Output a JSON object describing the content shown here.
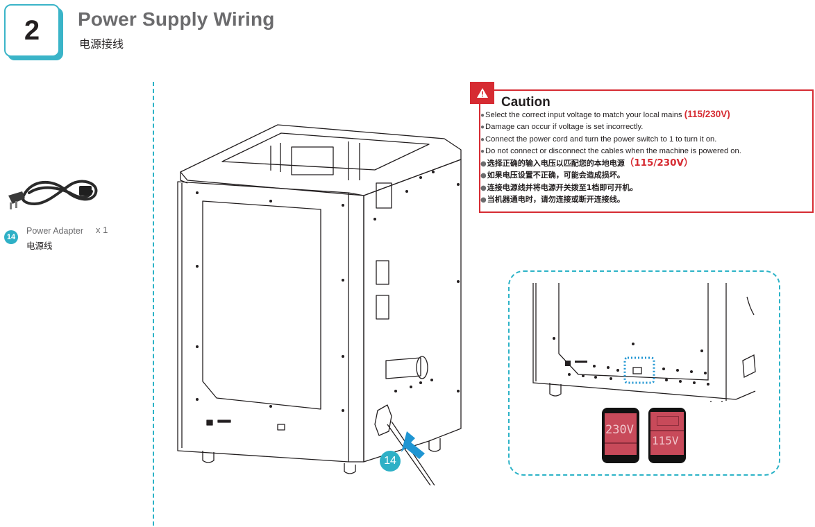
{
  "step": {
    "number": "2",
    "title_en": "Power Supply Wiring",
    "title_zh": "电源接线",
    "accent_color": "#3ab4c8"
  },
  "parts": [
    {
      "badge": "14",
      "name_en": "Power Adapter",
      "quantity": "x 1",
      "name_zh": "电源线",
      "icon": "power-cable-icon"
    }
  ],
  "caution": {
    "icon": "warning-triangle-icon",
    "title": "Caution",
    "color": "#d62b32",
    "items": [
      {
        "text": "Select the correct input voltage to match your local mains ",
        "highlight": "(115/230V)",
        "lang": "en"
      },
      {
        "text": "Damage can occur if voltage is set incorrectly.",
        "highlight": "",
        "lang": "en"
      },
      {
        "text": "Connect the power cord and turn the power switch to 1 to turn it on.",
        "highlight": "",
        "lang": "en"
      },
      {
        "text": "Do not connect or disconnect the cables when the machine is powered on.",
        "highlight": "",
        "lang": "en"
      },
      {
        "text": "选择正确的输入电压以匹配您的本地电源",
        "highlight": "（115/230V）",
        "lang": "zh"
      },
      {
        "text": "如果电压设置不正确，可能会造成损坏。",
        "highlight": "",
        "lang": "zh"
      },
      {
        "text": "连接电源线并将电源开关拨至1档即可开机。",
        "highlight": "",
        "lang": "zh"
      },
      {
        "text": "当机器通电时，请勿连接或断开连接线。",
        "highlight": "",
        "lang": "zh"
      }
    ]
  },
  "illustration": {
    "callout_badge": "14",
    "arrow_icon": "blue-arrow-icon",
    "voltage_switch_labels": [
      "230V",
      "115V"
    ]
  }
}
